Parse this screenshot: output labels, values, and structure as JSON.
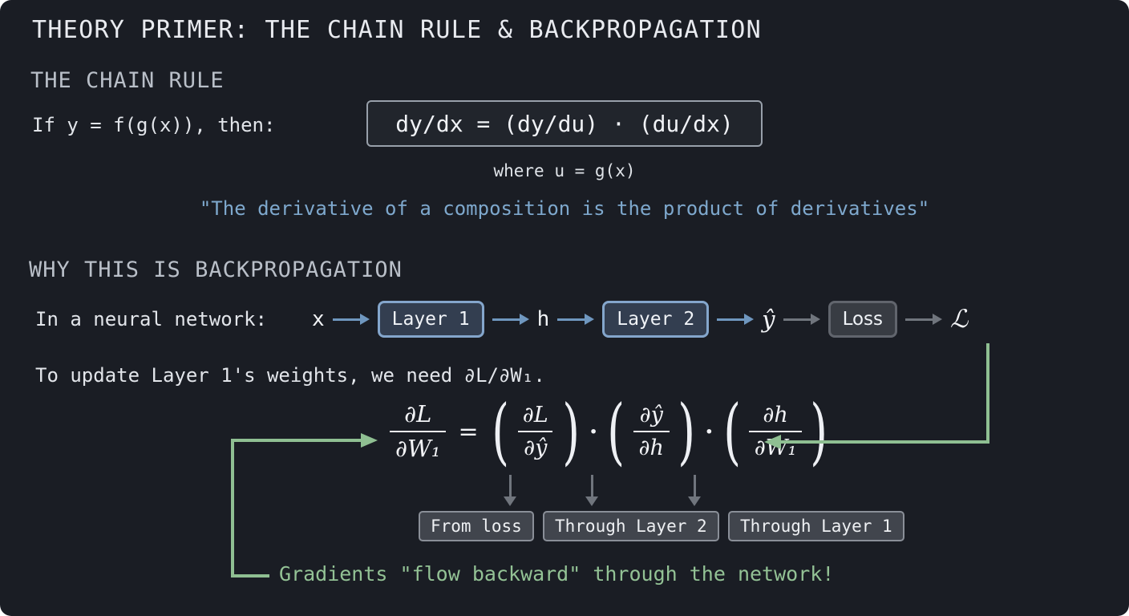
{
  "theme": {
    "background": "#1a1d24",
    "accent_blue": "#7ea8cd",
    "accent_green": "#93c295",
    "box_border_gray": "#98a0aa",
    "layer_box_border": "#84a6cc",
    "arrow_gray": "#70757d",
    "arrow_blue": "#6f97bf"
  },
  "title": "THEORY PRIMER: THE CHAIN RULE & BACKPROPAGATION",
  "chain_rule": {
    "heading": "THE CHAIN RULE",
    "premise": "If y = f(g(x)), then:",
    "formula": "dy/dx = (dy/du) · (du/dx)",
    "where_note": "where u = g(x)",
    "quote": "\"The derivative of a composition is the product of derivatives\""
  },
  "backprop": {
    "heading": "WHY THIS IS BACKPROPAGATION",
    "intro": "In a neural network:",
    "network": {
      "input": "x",
      "layer1": "Layer 1",
      "hidden": "h",
      "layer2": "Layer 2",
      "yhat": "ŷ",
      "loss": "Loss",
      "loss_symbol": "ℒ"
    },
    "need_line": "To update Layer 1's weights, we need ∂L/∂W₁.",
    "equation": {
      "lhs": {
        "num": "∂L",
        "den": "∂W₁"
      },
      "equals": "=",
      "dot": "·",
      "paren_open": "(",
      "paren_close": ")",
      "terms": [
        {
          "num": "∂L",
          "den": "∂ŷ",
          "label": "From loss"
        },
        {
          "num": "∂ŷ",
          "den": "∂h",
          "label": "Through Layer 2"
        },
        {
          "num": "∂h",
          "den": "∂W₁",
          "label": "Through Layer 1"
        }
      ]
    },
    "takeaway": "Gradients \"flow backward\" through the network!"
  }
}
